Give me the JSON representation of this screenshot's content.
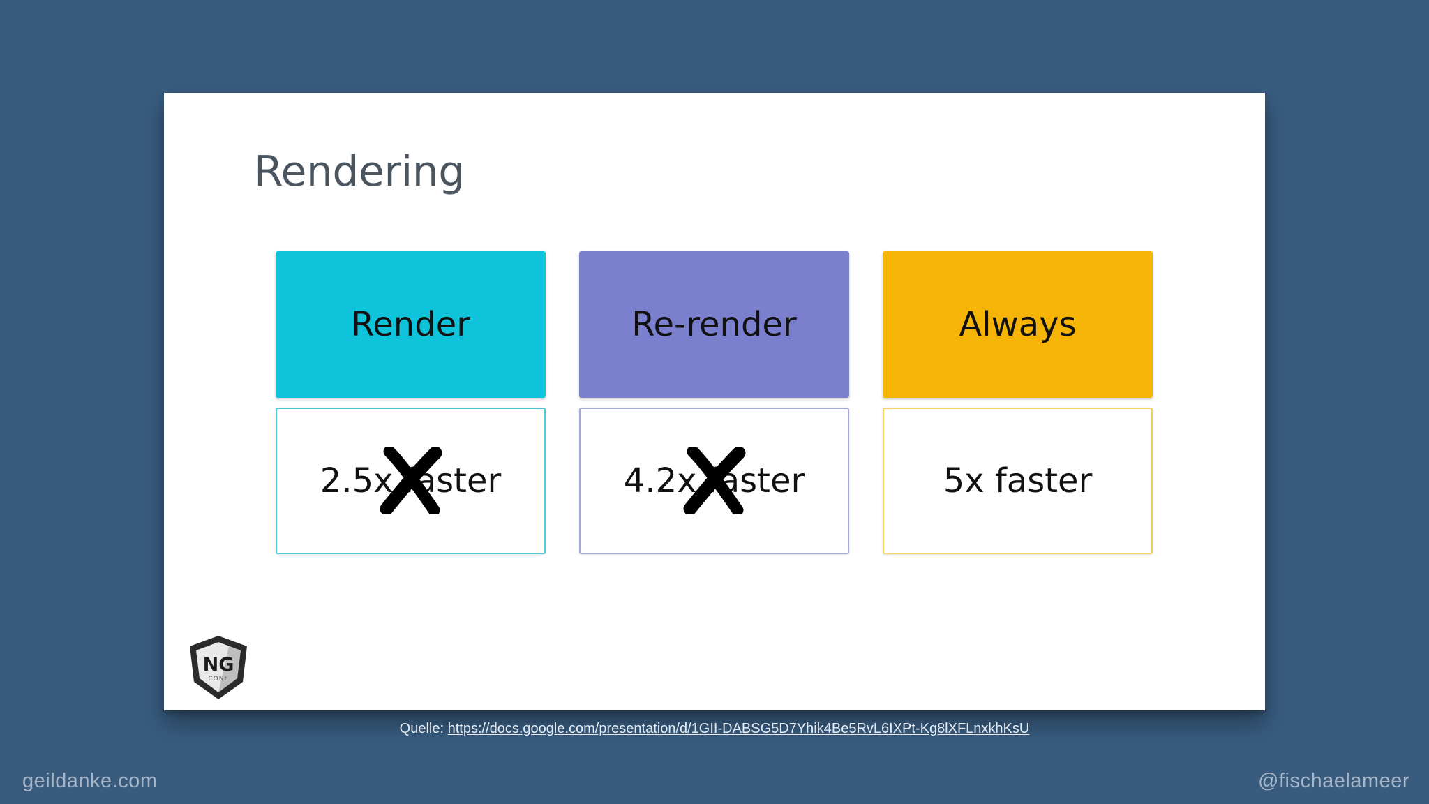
{
  "slide": {
    "title": "Rendering",
    "columns": [
      {
        "header": "Render",
        "value": "2.5x faster",
        "crossed_out": true,
        "color": "#0fc3da"
      },
      {
        "header": "Re-render",
        "value": "4.2x faster",
        "crossed_out": true,
        "color": "#7a80ce"
      },
      {
        "header": "Always",
        "value": "5x faster",
        "crossed_out": false,
        "color": "#f6b506"
      }
    ],
    "logo": {
      "text": "NG",
      "subtext": "CONF",
      "icon": "ng-conf-shield-logo"
    }
  },
  "source": {
    "label": "Quelle:",
    "url": "https://docs.google.com/presentation/d/1GII-DABSG5D7Yhik4Be5RvL6IXPt-Kg8lXFLnxkhKsU"
  },
  "footer": {
    "left": "geildanke.com",
    "right": "@fischaelameer"
  },
  "colors": {
    "background": "#385b7e",
    "slide": "#ffffff",
    "cross": "#000000"
  }
}
